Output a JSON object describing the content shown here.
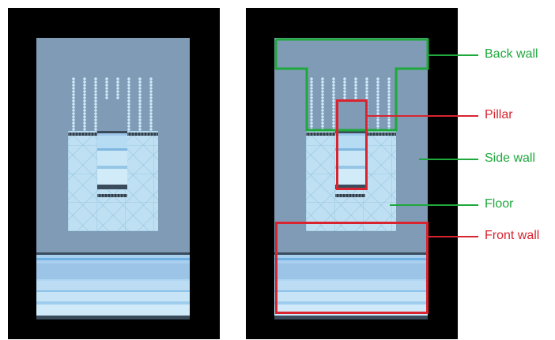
{
  "annotations": {
    "back_wall": "Back wall",
    "pillar": "Pillar",
    "side_wall": "Side wall",
    "floor": "Floor",
    "front_wall": "Front wall"
  },
  "colors": {
    "green": "#1fa83c",
    "red": "#d9242f",
    "background_panel": "#000000",
    "wall": "#7f9bb5"
  }
}
